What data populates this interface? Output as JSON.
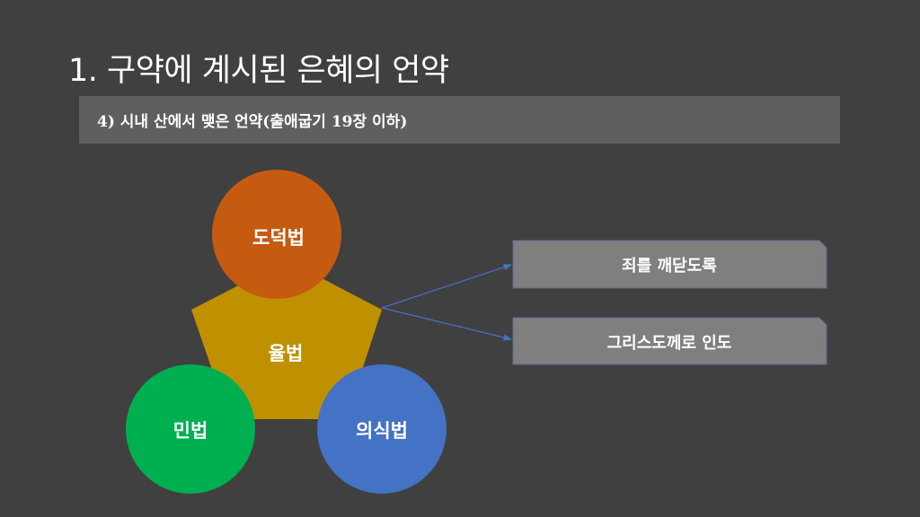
{
  "title": "1. 구약에 계시된 은혜의 언약",
  "subtitle": "4) 시내 산에서 맺은 언약(출애굽기 19장 이하)",
  "diagram": {
    "center": "율법",
    "top": "도덕법",
    "bottom_left": "민법",
    "bottom_right": "의식법",
    "outcomes": [
      "죄를 깨닫도록",
      "그리스도께로 인도"
    ]
  },
  "colors": {
    "background": "#404040",
    "pentagon": "#bf9000",
    "moral": "#c55a11",
    "civil": "#00b050",
    "ceremonial": "#4472c4",
    "arrow": "#4472c4",
    "box": "#7f7f7f"
  }
}
